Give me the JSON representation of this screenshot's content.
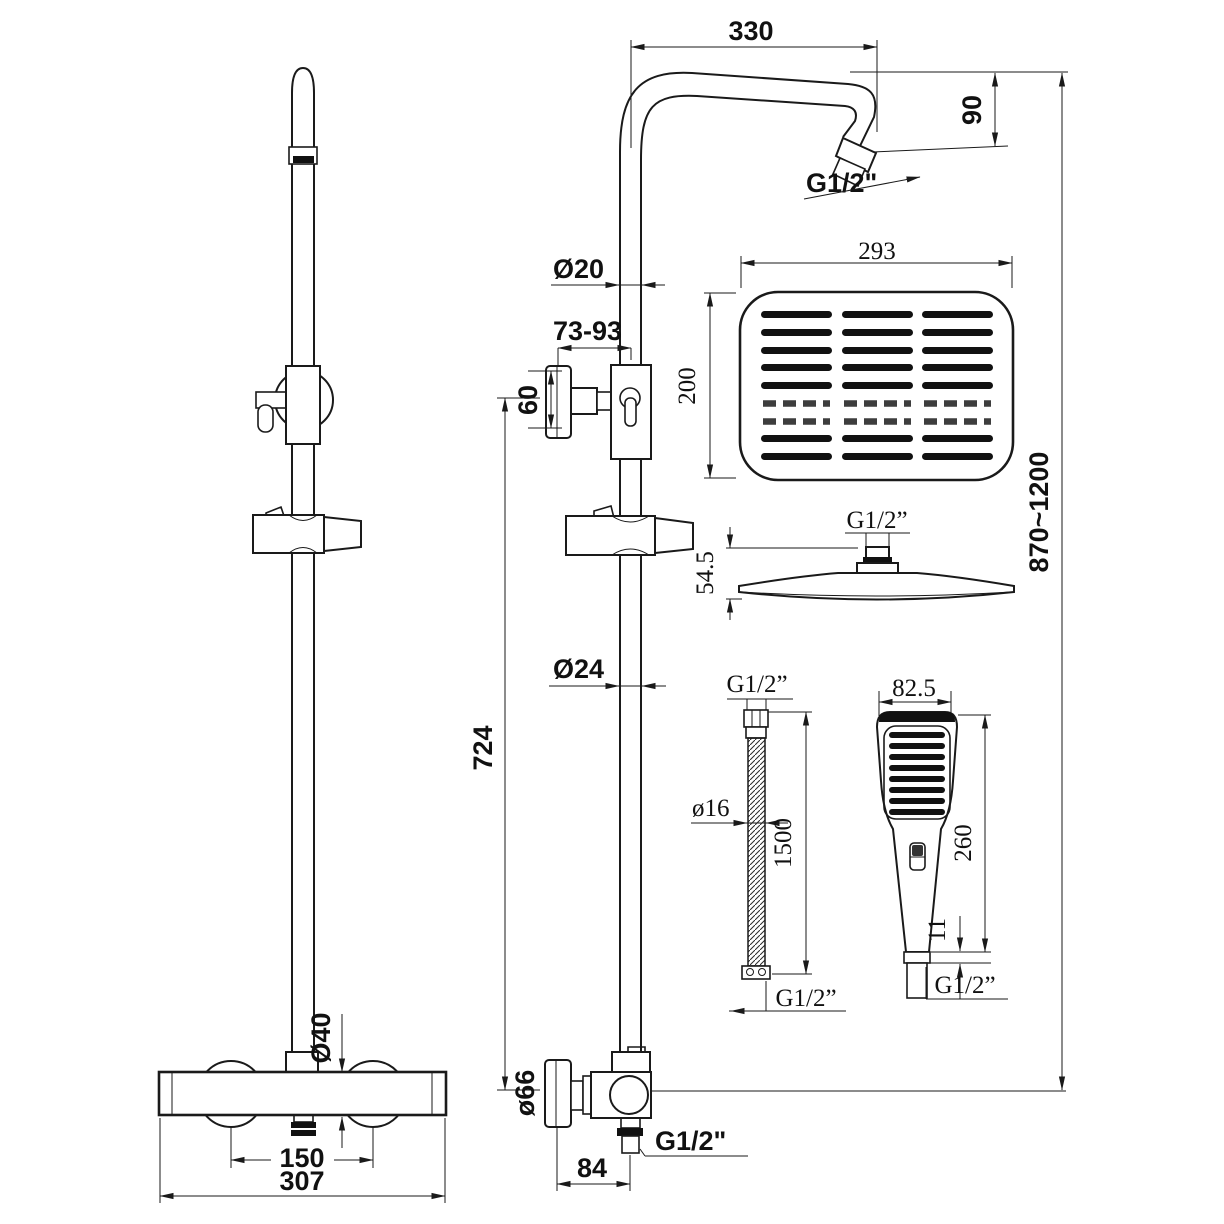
{
  "drawing": {
    "background_color": "#ffffff",
    "line_color": "#1a1a1a",
    "slot_color": "#111111"
  },
  "labels": {
    "dim_arm_length": "330",
    "dim_arm_drop": "90",
    "thread_arm": "G1/2\"",
    "dim_pipe_upper": "Ø20",
    "dim_bracket_range": "73-93",
    "dim_bracket_height": "60",
    "dim_head_width": "293",
    "dim_head_depth": "200",
    "thread_head": "G1/2”",
    "dim_head_height": "54.5",
    "dim_overall_height": "870~1200",
    "dim_pipe_lower": "Ø24",
    "dim_pipe_length": "724",
    "thread_hose_top": "G1/2”",
    "dim_hose_diameter": "ø16",
    "dim_hose_length": "1500",
    "thread_hose_bottom": "G1/2”",
    "dim_handset_width": "82.5",
    "dim_handset_length": "260",
    "dim_handset_outlet": "11",
    "thread_handset": "G1/2”",
    "dim_valve_connector": "Ø40",
    "dim_valve_centers": "150",
    "dim_valve_width": "307",
    "dim_valve_flange": "ø66",
    "dim_valve_offset": "84",
    "thread_valve": "G1/2\""
  }
}
